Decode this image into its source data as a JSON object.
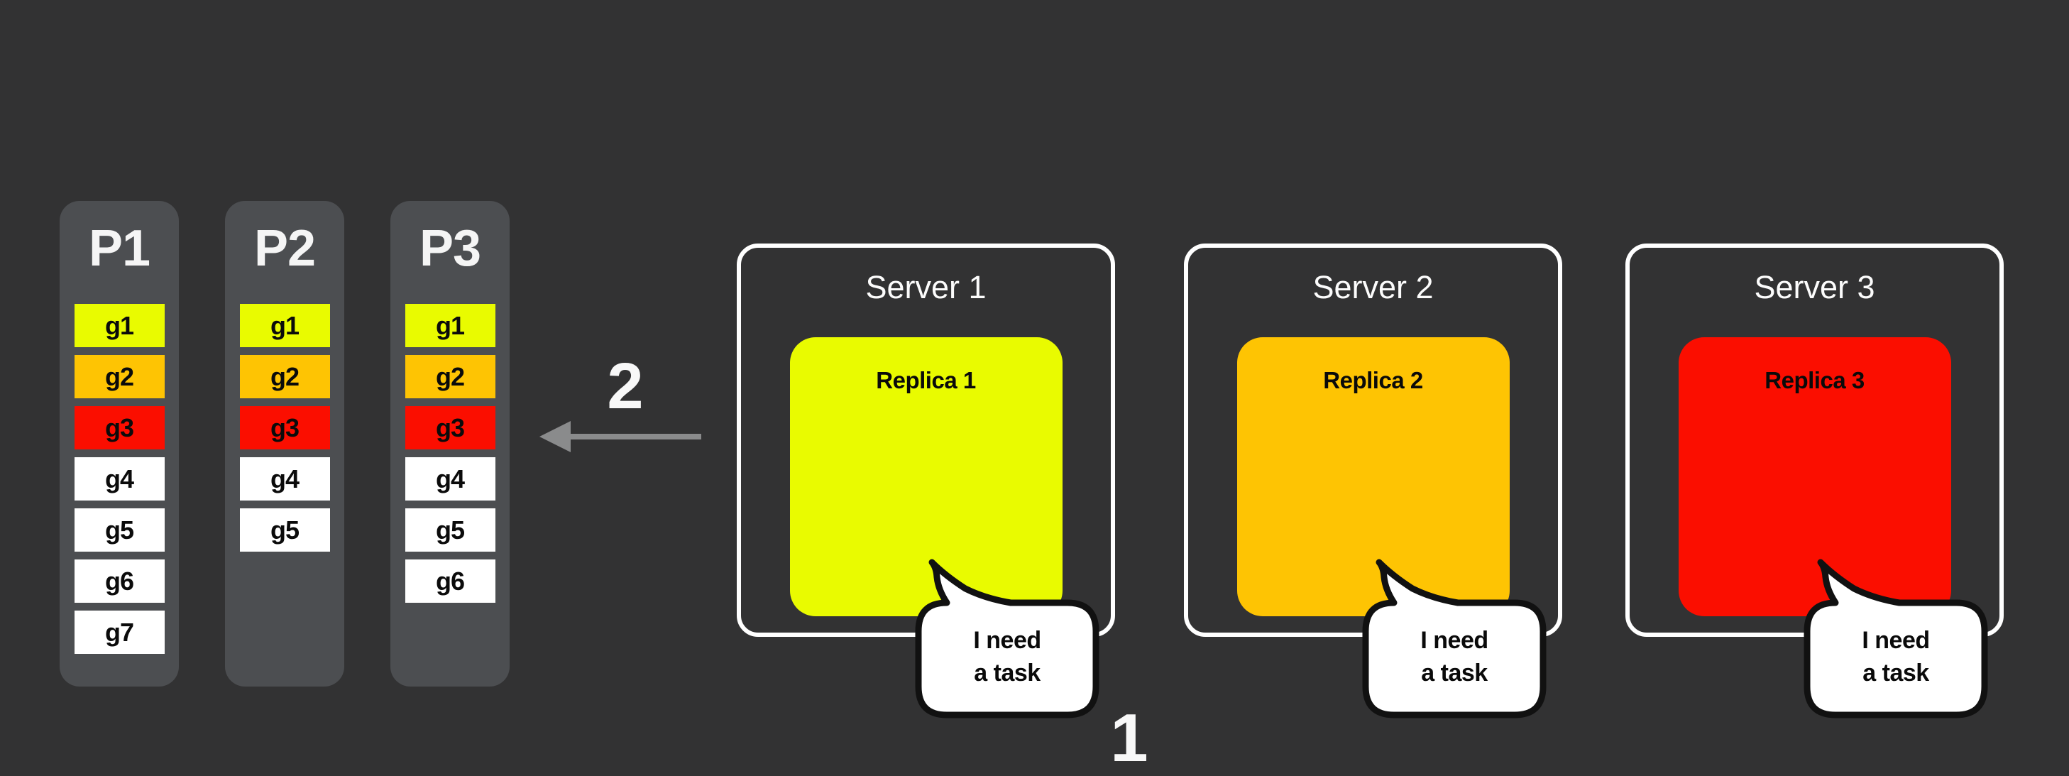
{
  "canvas": {
    "background": "#323233"
  },
  "colors": {
    "column_bg": "#4C4E51",
    "task_yellow": "#E9FB00",
    "task_orange": "#FEC403",
    "task_red": "#FB0E00",
    "task_white": "#FFFFFF",
    "arrow_gray": "#8A8B8C",
    "bubble_border": "#111111"
  },
  "partitions": [
    {
      "label": "P1",
      "tasks": [
        {
          "id": "g1",
          "color": "#E9FB00"
        },
        {
          "id": "g2",
          "color": "#FEC403"
        },
        {
          "id": "g3",
          "color": "#FB0E00"
        },
        {
          "id": "g4",
          "color": "#FFFFFF"
        },
        {
          "id": "g5",
          "color": "#FFFFFF"
        },
        {
          "id": "g6",
          "color": "#FFFFFF"
        },
        {
          "id": "g7",
          "color": "#FFFFFF"
        }
      ]
    },
    {
      "label": "P2",
      "tasks": [
        {
          "id": "g1",
          "color": "#E9FB00"
        },
        {
          "id": "g2",
          "color": "#FEC403"
        },
        {
          "id": "g3",
          "color": "#FB0E00"
        },
        {
          "id": "g4",
          "color": "#FFFFFF"
        },
        {
          "id": "g5",
          "color": "#FFFFFF"
        }
      ]
    },
    {
      "label": "P3",
      "tasks": [
        {
          "id": "g1",
          "color": "#E9FB00"
        },
        {
          "id": "g2",
          "color": "#FEC403"
        },
        {
          "id": "g3",
          "color": "#FB0E00"
        },
        {
          "id": "g4",
          "color": "#FFFFFF"
        },
        {
          "id": "g5",
          "color": "#FFFFFF"
        },
        {
          "id": "g6",
          "color": "#FFFFFF"
        }
      ]
    }
  ],
  "servers": [
    {
      "title": "Server 1",
      "replica_label": "Replica 1",
      "replica_color": "#E9FB00",
      "bubble_line1": "I need",
      "bubble_line2": "a task"
    },
    {
      "title": "Server 2",
      "replica_label": "Replica 2",
      "replica_color": "#FEC403",
      "bubble_line1": "I need",
      "bubble_line2": "a task"
    },
    {
      "title": "Server 3",
      "replica_label": "Replica 3",
      "replica_color": "#FB0E00",
      "bubble_line1": "I need",
      "bubble_line2": "a task"
    }
  ],
  "annotations": {
    "step2": "2",
    "step1": "1"
  }
}
